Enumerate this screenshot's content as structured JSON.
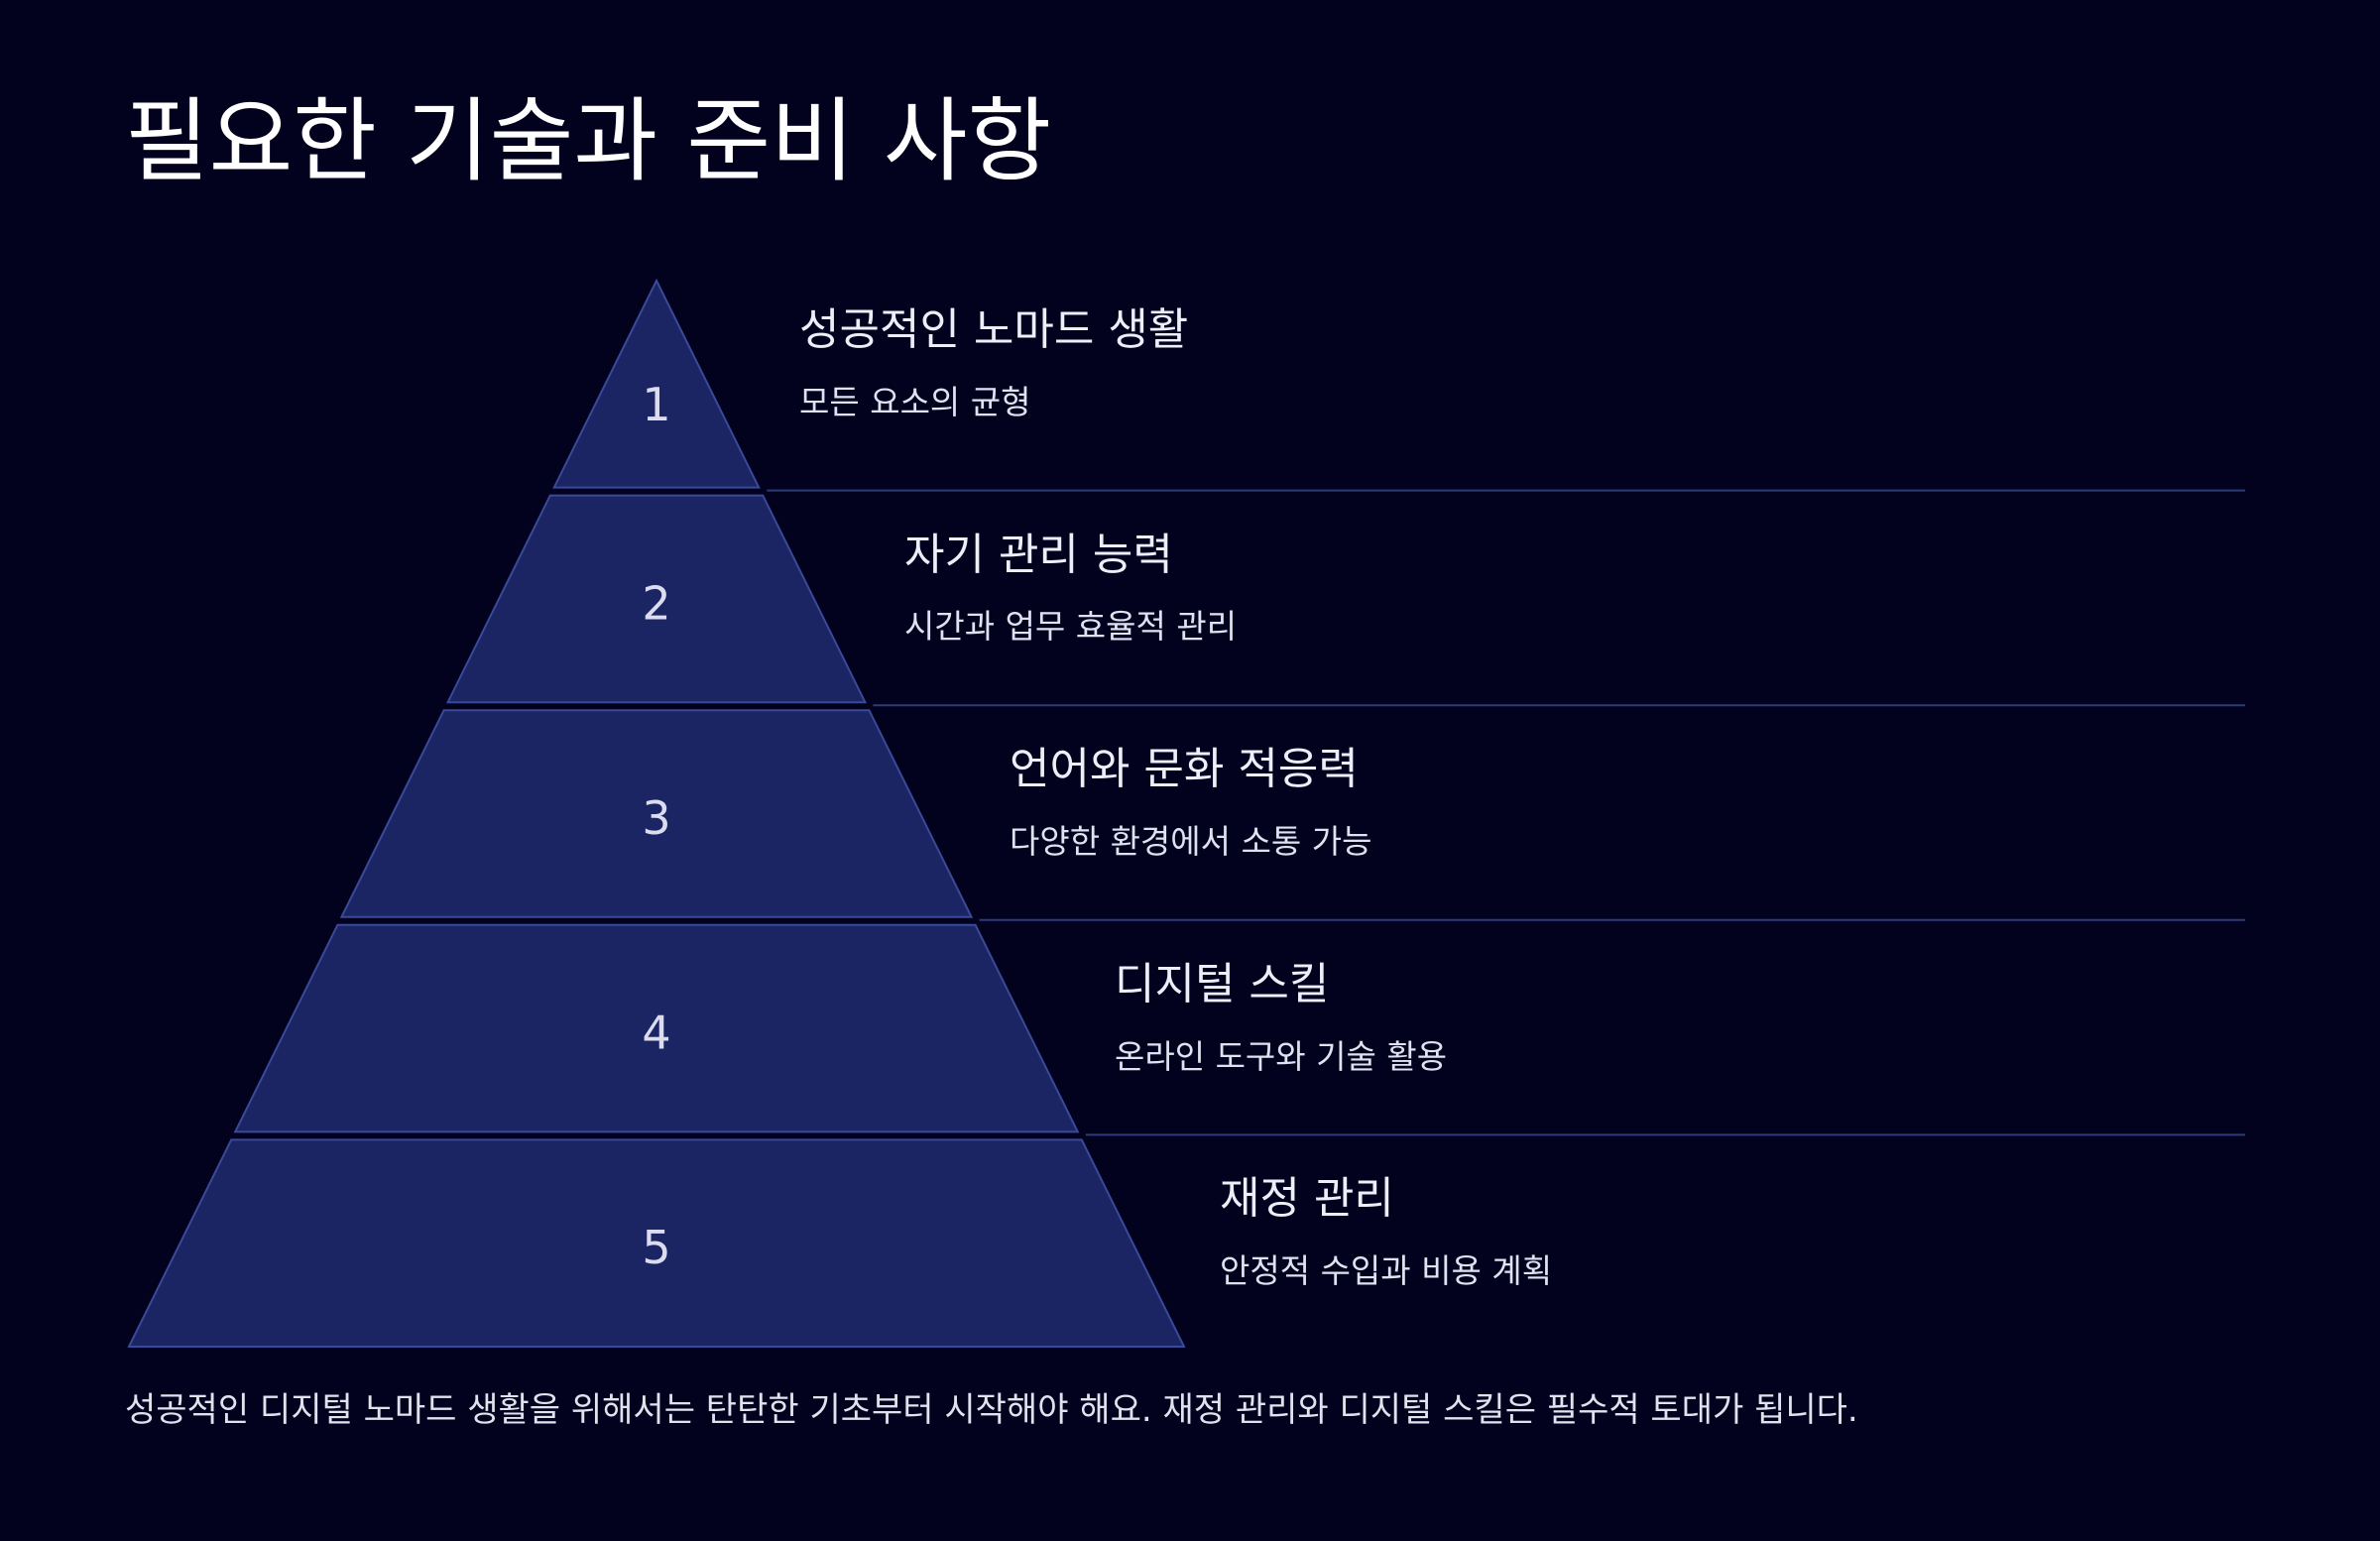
{
  "title": "필요한 기술과 준비 사항",
  "colors": {
    "background": "#02021f",
    "tier_fill": "#1b2563",
    "tier_stroke": "#3a4a9a",
    "separator": "#2e3a7a"
  },
  "levels": [
    {
      "number": "1",
      "heading": "성공적인 노마드 생활",
      "description": "모든 요소의 균형"
    },
    {
      "number": "2",
      "heading": "자기 관리 능력",
      "description": "시간과 업무 효율적 관리"
    },
    {
      "number": "3",
      "heading": "언어와 문화 적응력",
      "description": "다양한 환경에서 소통 가능"
    },
    {
      "number": "4",
      "heading": "디지털 스킬",
      "description": "온라인 도구와 기술 활용"
    },
    {
      "number": "5",
      "heading": "재정 관리",
      "description": "안정적 수입과 비용 계획"
    }
  ],
  "footer": "성공적인 디지털 노마드 생활을 위해서는 탄탄한 기초부터 시작해야 해요. 재정 관리와 디지털 스킬은 필수적 토대가 됩니다."
}
